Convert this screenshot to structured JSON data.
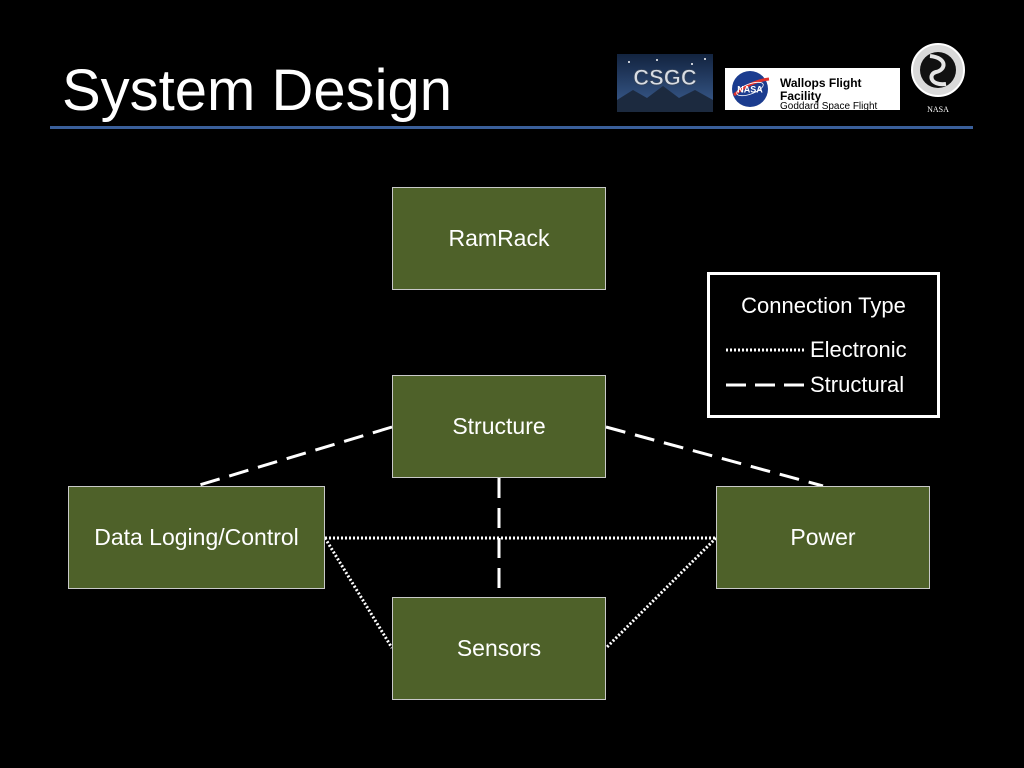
{
  "slide": {
    "title": "System Design"
  },
  "logos": {
    "csgc": {
      "text": "CSGC",
      "icon": "csgc-logo"
    },
    "nasa_meatball": {
      "text": "NASA",
      "icon": "nasa-meatball-logo"
    },
    "wallops": {
      "line1": "Wallops Flight Facility",
      "line2": "Goddard Space Flight Center"
    },
    "seal": {
      "text": "NASA",
      "icon": "space-grant-seal-logo"
    }
  },
  "diagram": {
    "nodes": {
      "ramrack": "RamRack",
      "structure": "Structure",
      "data_logging": "Data Loging/Control",
      "power": "Power",
      "sensors": "Sensors"
    },
    "legend": {
      "title": "Connection Type",
      "electronic": "Electronic",
      "structural": "Structural"
    },
    "connections": [
      {
        "from": "Structure",
        "to": "Data Loging/Control",
        "type": "Structural"
      },
      {
        "from": "Structure",
        "to": "Power",
        "type": "Structural"
      },
      {
        "from": "Structure",
        "to": "Sensors",
        "type": "Structural"
      },
      {
        "from": "Data Loging/Control",
        "to": "Power",
        "type": "Electronic"
      },
      {
        "from": "Data Loging/Control",
        "to": "Sensors",
        "type": "Electronic"
      },
      {
        "from": "Power",
        "to": "Sensors",
        "type": "Electronic"
      }
    ]
  },
  "colors": {
    "background": "#000000",
    "node_fill": "#4e6129",
    "title_rule": "#3a5f9a",
    "line": "#ffffff"
  }
}
